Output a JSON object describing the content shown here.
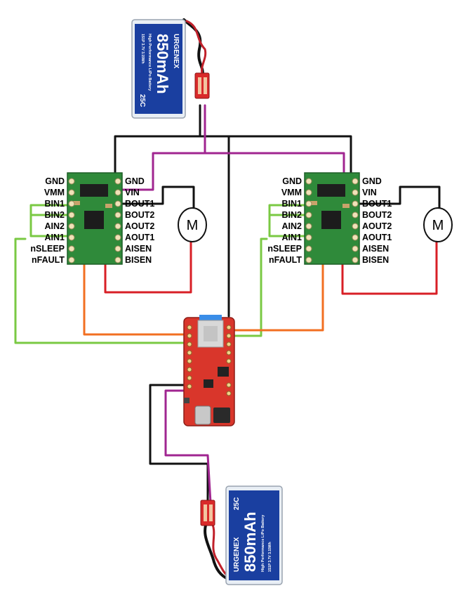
{
  "battery": {
    "brand": "URGENEX",
    "capacity": "850mAh",
    "subtitle": "High Performance LiPo Battery",
    "rating": "25C",
    "spec": "1S1P 3.7V 3.15Wh"
  },
  "driver": {
    "left_pins": [
      "GND",
      "VMM",
      "BIN1",
      "BIN2",
      "AIN2",
      "AIN1",
      "nSLEEP",
      "nFAULT"
    ],
    "right_pins": [
      "GND",
      "VIN",
      "BOUT1",
      "BOUT2",
      "AOUT2",
      "AOUT1",
      "AISEN",
      "BISEN"
    ]
  },
  "motor": {
    "label": "M"
  },
  "colors": {
    "gnd_wire": "#111111",
    "power_wire": "#a02590",
    "motor_wire": "#d81f26",
    "pwm_wire_orange": "#f26f21",
    "pwm_wire_green": "#7ac943",
    "driver_board": "#2f8a3a",
    "mcu_board": "#d9362b",
    "battery_body": "#1a3fa0"
  }
}
